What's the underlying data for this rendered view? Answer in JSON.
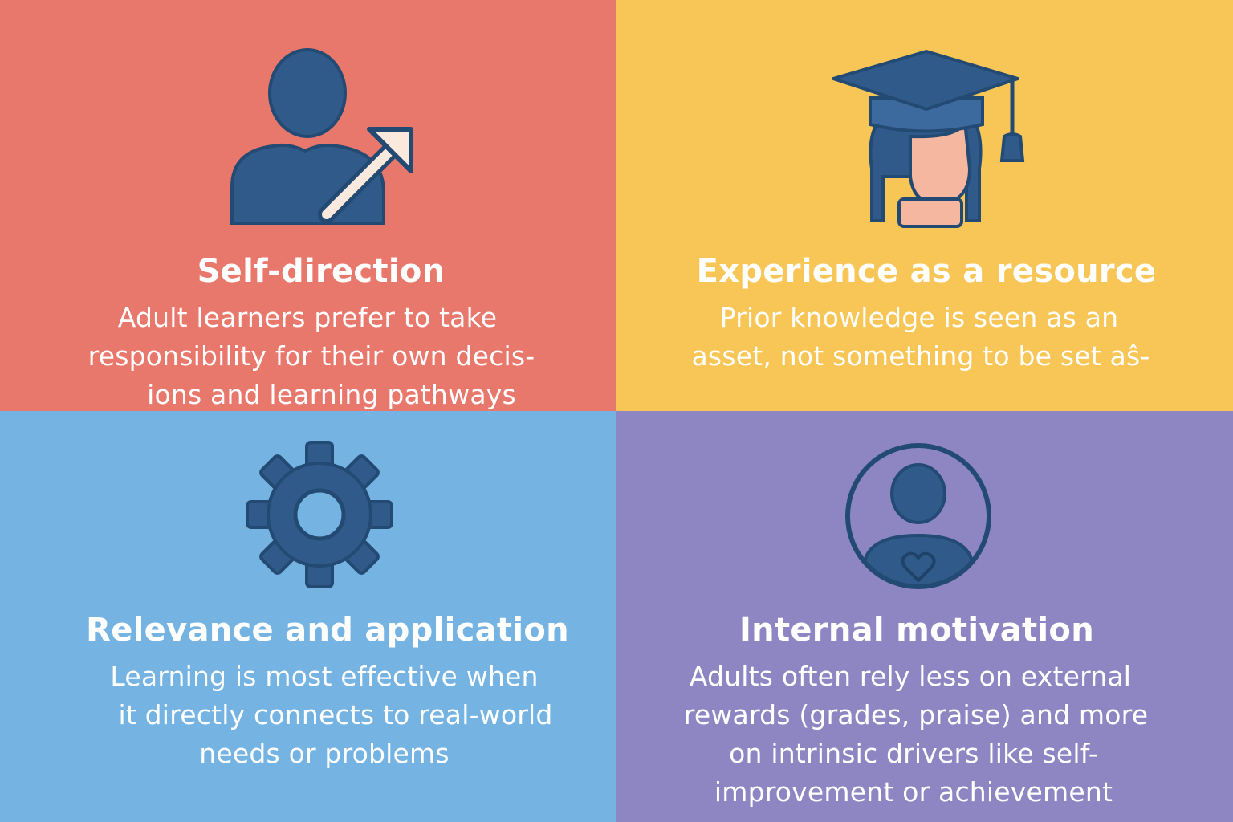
{
  "colors": {
    "self_direction_bg": "#E8776C",
    "experience_bg": "#F8C657",
    "relevance_bg": "#74B3E2",
    "motivation_bg": "#8E86C2",
    "icon_fill": "#2F5A8A",
    "icon_stroke": "#234A73",
    "skin": "#F6B7A0",
    "arrow_fill": "#FBE9DE"
  },
  "panels": {
    "self_direction": {
      "icon": "person-upward-arrow-icon",
      "title": "Self-direction",
      "lines": [
        "Adult learners prefer to take",
        "responsibility for their own decis-",
        "ions and learning pathways"
      ]
    },
    "experience": {
      "icon": "graduate-cap-person-icon",
      "title": "Experience as a resource",
      "lines": [
        "Prior knowledge is seen as an",
        "asset, not something to be set aŝ-"
      ]
    },
    "relevance": {
      "icon": "gear-icon",
      "title": "Relevance and application",
      "lines": [
        "Learning is most effective when",
        "it directly connects to real-world",
        "needs or problems"
      ]
    },
    "motivation": {
      "icon": "person-heart-circle-icon",
      "title": "Internal motivation",
      "lines": [
        "Adults often rely less on external",
        "rewards (grades, praise) and more",
        "on intrinsic drivers like self-",
        "improvement or achievement"
      ]
    }
  }
}
